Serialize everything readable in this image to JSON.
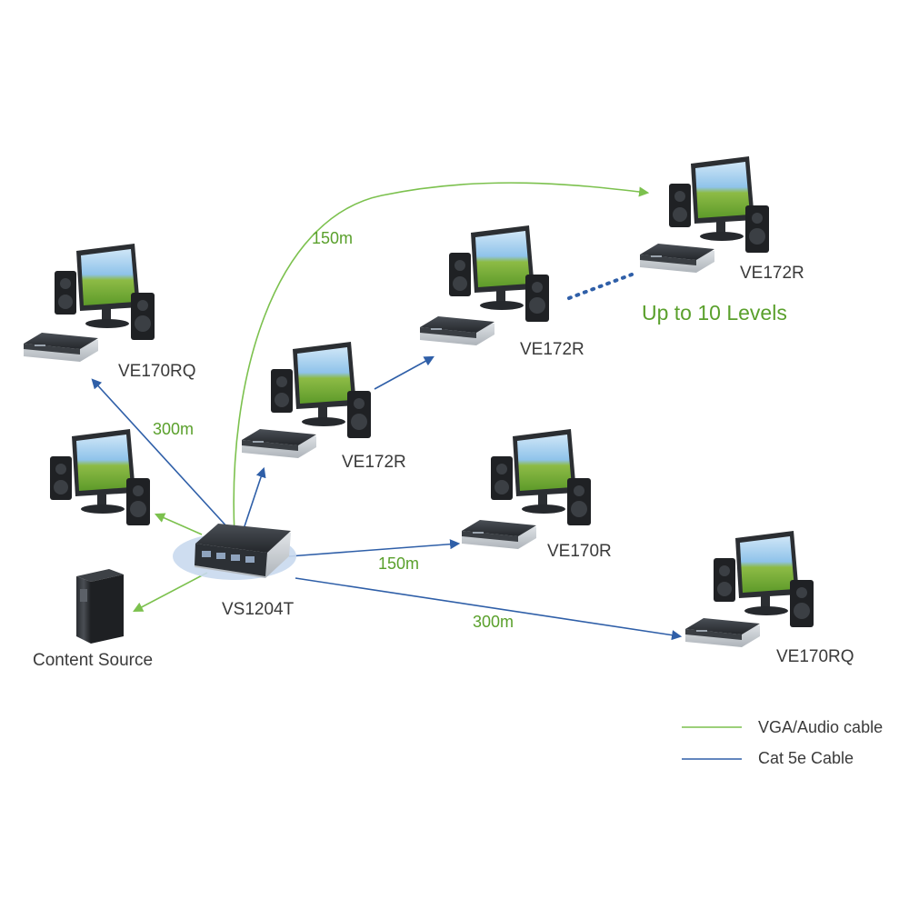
{
  "colors": {
    "vga_audio": "#7cc14e",
    "cat5e": "#2f5fa8",
    "text": "#3a3a3a",
    "accent_green": "#5aa02c"
  },
  "devices": {
    "transmitter": "VS1204T",
    "source": "Content Source",
    "rx_top_left": "VE170RQ",
    "rx_chain_1": "VE172R",
    "rx_chain_2": "VE172R",
    "rx_chain_3": "VE172R",
    "rx_mid_right": "VE170R",
    "rx_bottom_right": "VE170RQ"
  },
  "distances": {
    "top_arc": "150m",
    "top_left": "300m",
    "mid_right": "150m",
    "bottom_right": "300m"
  },
  "chain_note": "Up to 10 Levels",
  "legend": [
    {
      "label": "VGA/Audio cable",
      "color": "#7cc14e"
    },
    {
      "label": "Cat 5e Cable",
      "color": "#2f5fa8"
    }
  ]
}
